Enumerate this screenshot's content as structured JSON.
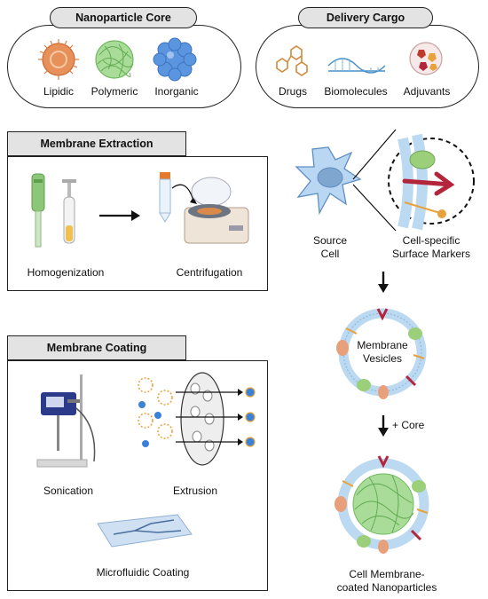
{
  "nanoparticle_core": {
    "title": "Nanoparticle Core",
    "items": [
      "Lipidic",
      "Polymeric",
      "Inorganic"
    ]
  },
  "delivery_cargo": {
    "title": "Delivery Cargo",
    "items": [
      "Drugs",
      "Biomolecules",
      "Adjuvants"
    ]
  },
  "membrane_extraction": {
    "title": "Membrane Extraction",
    "steps": [
      "Homogenization",
      "Centrifugation"
    ]
  },
  "membrane_coating": {
    "title": "Membrane Coating",
    "methods": [
      "Sonication",
      "Extrusion",
      "Microfluidic Coating"
    ]
  },
  "pathway": {
    "source_cell": [
      "Source",
      "Cell"
    ],
    "surface_markers": [
      "Cell-specific",
      "Surface Markers"
    ],
    "vesicles": [
      "Membrane",
      "Vesicles"
    ],
    "add_core": "+ Core",
    "final": [
      "Cell Membrane-",
      "coated Nanoparticles"
    ]
  },
  "colors": {
    "lipidic": "#e8905a",
    "polymeric": "#8fcf7f",
    "inorganic": "#5b95e0",
    "membrane": "#bcd9f2",
    "accent_red": "#b3253a"
  }
}
